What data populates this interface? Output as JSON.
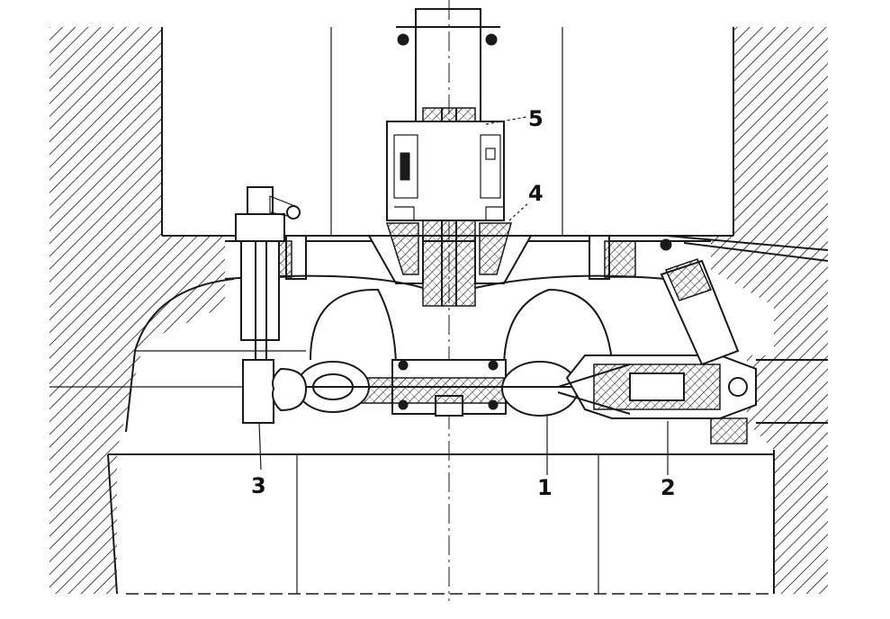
{
  "callouts": [
    {
      "id": "1",
      "label": "1"
    },
    {
      "id": "2",
      "label": "2"
    },
    {
      "id": "3",
      "label": "3"
    },
    {
      "id": "4",
      "label": "4"
    },
    {
      "id": "5",
      "label": "5"
    }
  ],
  "colors": {
    "ink": "#1a1a1a",
    "paper": "#ffffff"
  }
}
